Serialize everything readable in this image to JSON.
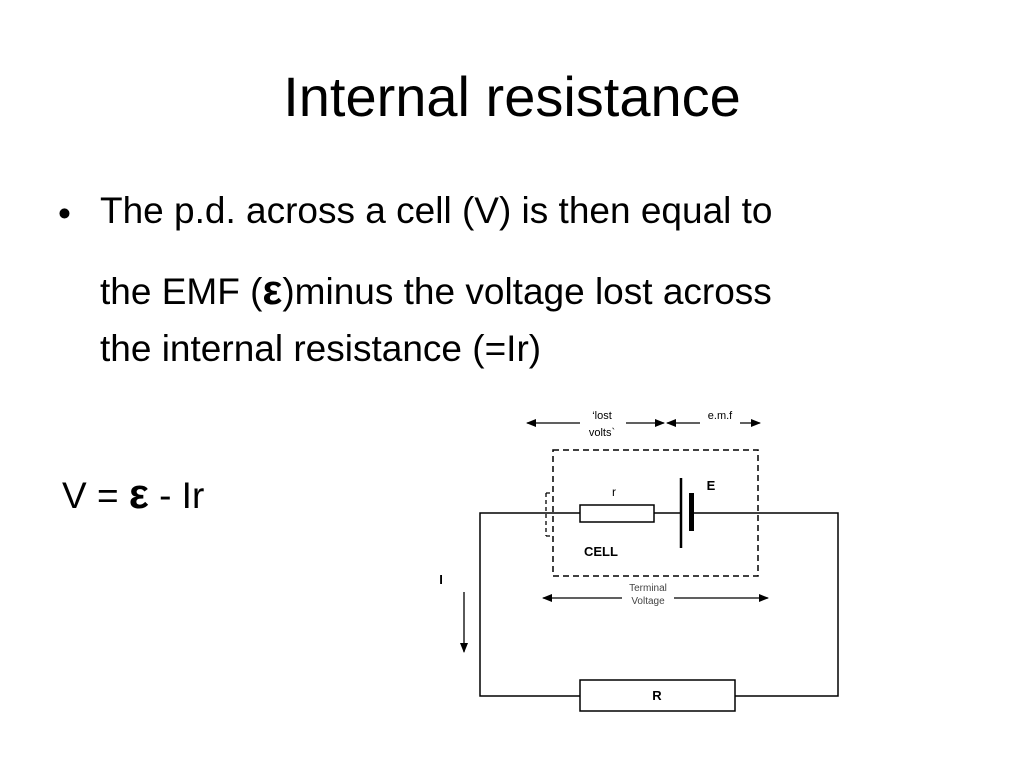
{
  "slide": {
    "title": "Internal resistance",
    "bullet": {
      "marker": "•",
      "line1": "The p.d. across a cell (V) is then equal to",
      "line2_before": "the EMF (",
      "epsilon": "ε",
      "line2_after": ")minus the voltage lost across",
      "line3": "the internal resistance (=Ir)"
    },
    "formula": {
      "left": "V = ",
      "epsilon": "ε",
      "right": " - Ir"
    }
  },
  "diagram": {
    "lost_volts_line1": "‘lost",
    "lost_volts_line2": "volts`",
    "emf_label": "e.m.f",
    "internal_resistor_label": "r",
    "cell_emf_label": "E",
    "cell_label": "CELL",
    "terminal_line1": "Terminal",
    "terminal_line2": "Voltage",
    "current_label": "I",
    "external_resistor_label": "R"
  }
}
